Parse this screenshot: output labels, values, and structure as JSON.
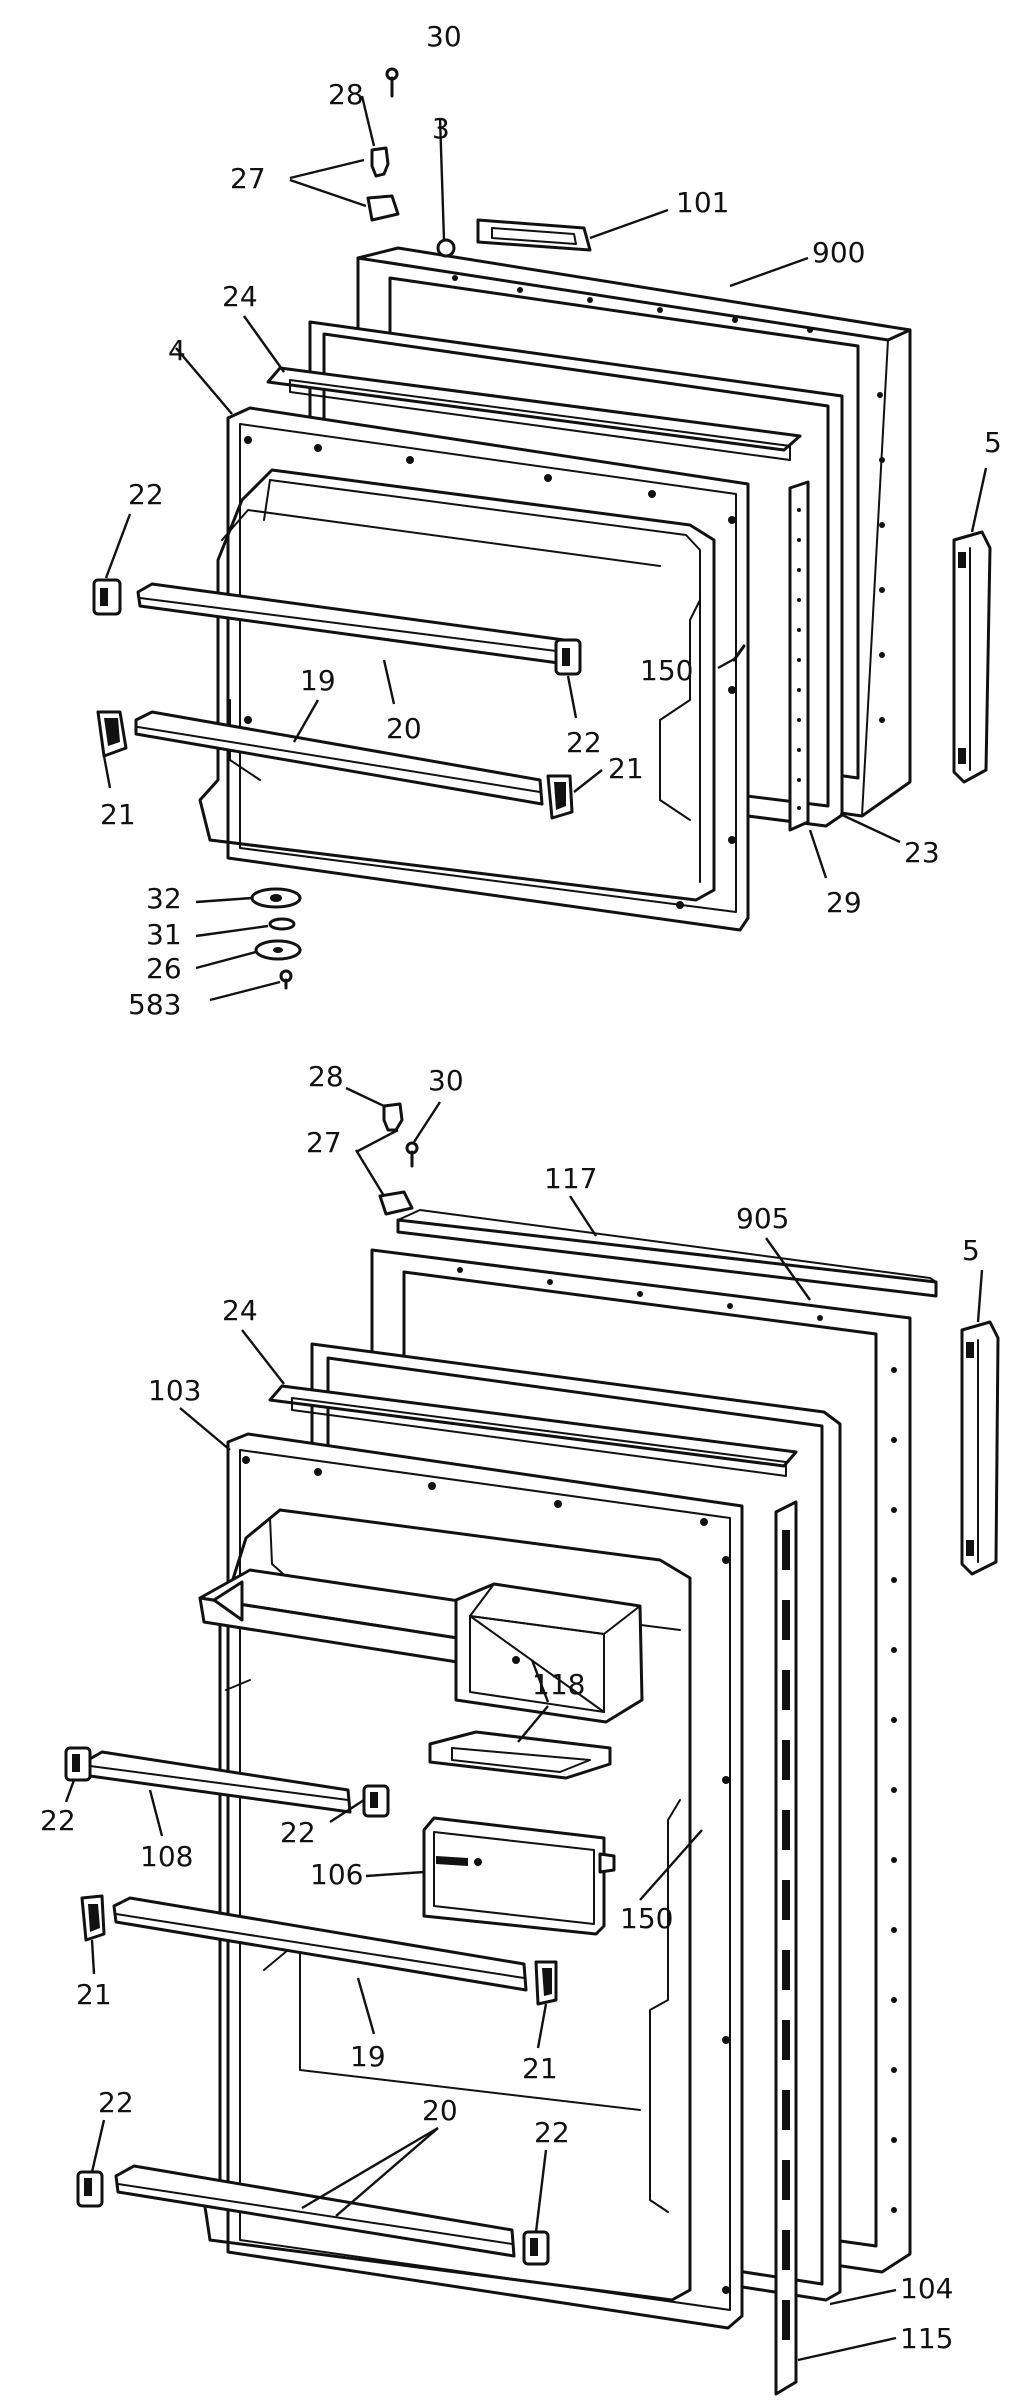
{
  "diagram": {
    "upper_door": {
      "labels": {
        "p30": "30",
        "p28": "28",
        "p3": "3",
        "p27": "27",
        "p101": "101",
        "p900": "900",
        "p24": "24",
        "p4": "4",
        "p5": "5",
        "p22a": "22",
        "p150": "150",
        "p22b": "22",
        "p19": "19",
        "p20": "20",
        "p21a": "21",
        "p21b": "21",
        "p23": "23",
        "p29": "29",
        "p32": "32",
        "p31": "31",
        "p26": "26",
        "p583": "583"
      }
    },
    "lower_door": {
      "labels": {
        "p28": "28",
        "p30": "30",
        "p27": "27",
        "p117": "117",
        "p905": "905",
        "p5": "5",
        "p24": "24",
        "p103": "103",
        "p118": "118",
        "p22a": "22",
        "p108": "108",
        "p22b": "22",
        "p106": "106",
        "p150": "150",
        "p21a": "21",
        "p19": "19",
        "p21b": "21",
        "p22c": "22",
        "p20": "20",
        "p22d": "22",
        "p104": "104",
        "p115": "115"
      }
    }
  }
}
